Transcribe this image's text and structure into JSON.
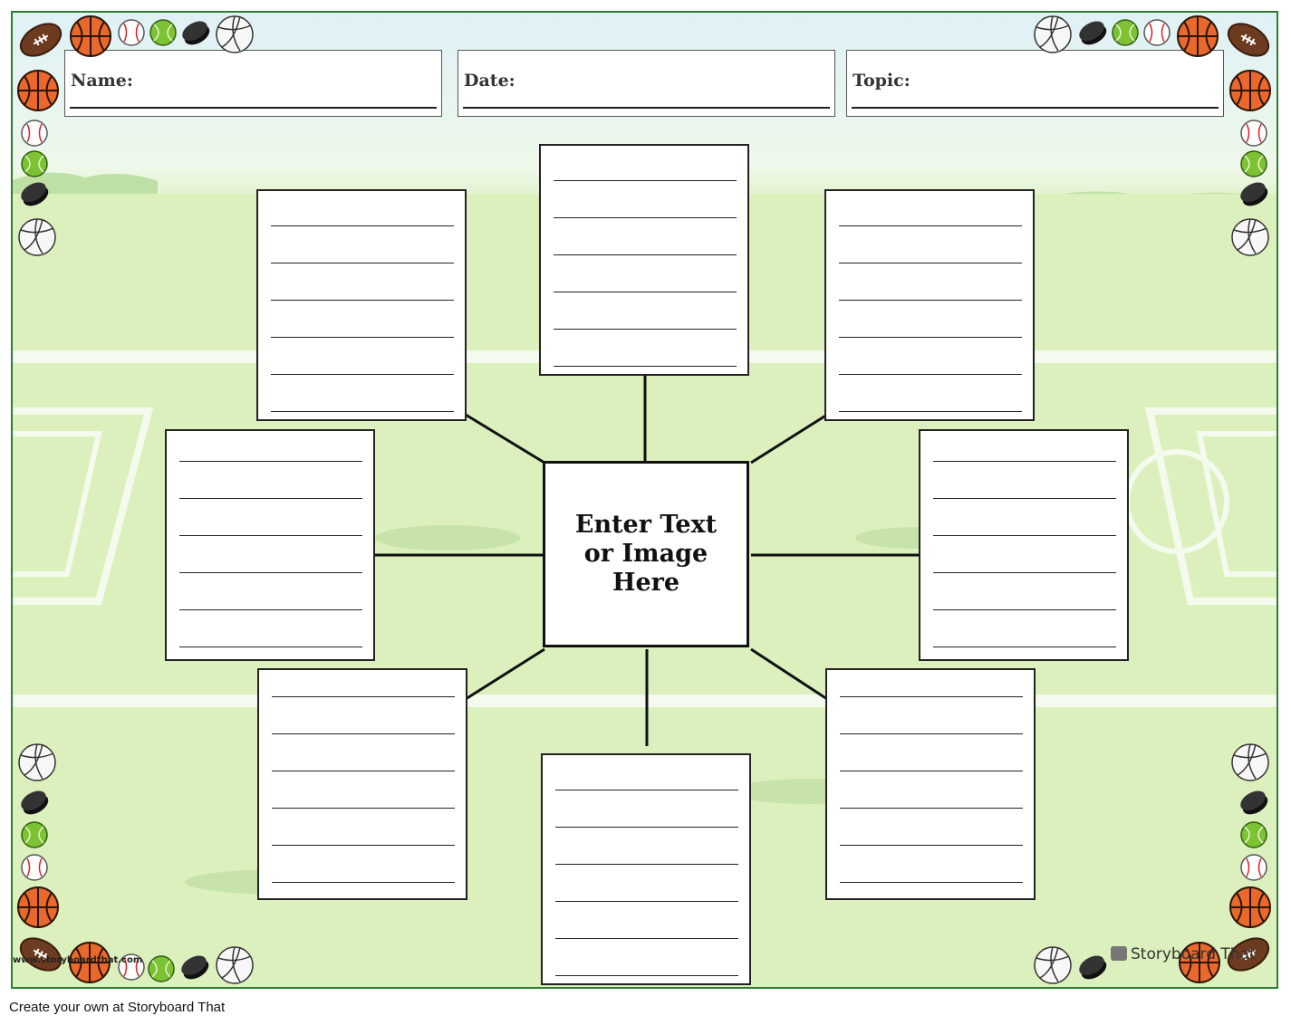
{
  "header": {
    "name_label": "Name:",
    "date_label": "Date:",
    "topic_label": "Topic:"
  },
  "center_box": {
    "text": "Enter Text or Image Here"
  },
  "watermark": {
    "left": "www.storyboardthat.com",
    "right": "Storyboard That"
  },
  "footer": {
    "text": "Create your own at Storyboard That"
  },
  "colors": {
    "border": "#2f7d32",
    "field_light": "#d6eeb2",
    "sky": "#dff1f7"
  },
  "decorations": {
    "ball_icons": [
      "football-icon",
      "basketball-icon",
      "baseball-icon",
      "tennis-ball-icon",
      "hockey-puck-icon",
      "volleyball-icon"
    ]
  }
}
